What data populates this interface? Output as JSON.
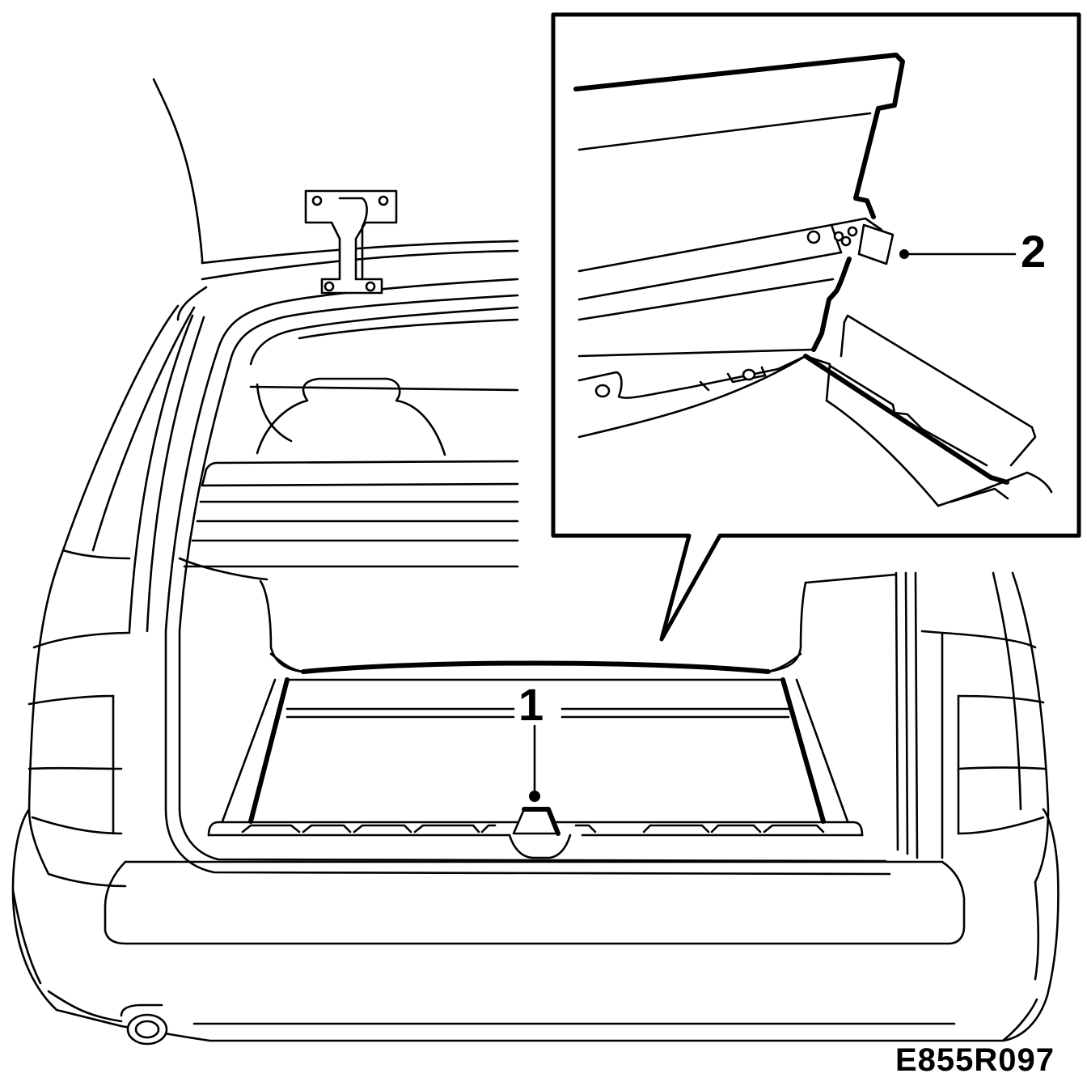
{
  "labels": {
    "callout_1": "1",
    "callout_2": "2"
  },
  "figure_code": "E855R097",
  "colors": {
    "line": "#000000",
    "background": "#ffffff"
  }
}
